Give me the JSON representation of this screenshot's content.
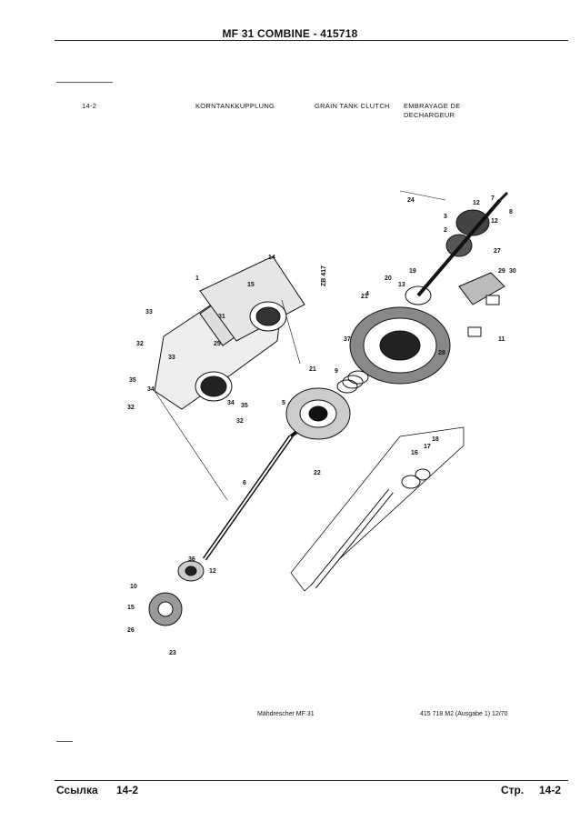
{
  "header": {
    "title": "MF 31 COMBINE - 415718"
  },
  "caption": {
    "number": "14-2",
    "german": "KORNTANKKUPPLUNG",
    "english": "GRAIN TANK CLUTCH",
    "french_line1": "EMBRAYAGE DE",
    "french_line2": "DECHARGEUR"
  },
  "diagram": {
    "ref_code": "ZB 417",
    "callouts": [
      "1",
      "2",
      "3",
      "4",
      "5",
      "6",
      "7",
      "8",
      "9",
      "10",
      "11",
      "12",
      "12",
      "12",
      "13",
      "14",
      "15",
      "15",
      "16",
      "17",
      "18",
      "19",
      "20",
      "21",
      "21",
      "22",
      "23",
      "24",
      "25",
      "26",
      "27",
      "28",
      "29",
      "30",
      "31",
      "32",
      "32",
      "32",
      "33",
      "33",
      "34",
      "34",
      "35",
      "35",
      "36",
      "37"
    ]
  },
  "page_footer": {
    "machine": "Mähdrescher MF 31",
    "doc_ref": "415 718 M2 (Ausgabe 1) 12/70"
  },
  "footer": {
    "left_label": "Ссылка",
    "left_value": "14-2",
    "right_label": "Стр.",
    "right_value": "14-2"
  },
  "colors": {
    "ink": "#111111",
    "paper": "#ffffff"
  }
}
